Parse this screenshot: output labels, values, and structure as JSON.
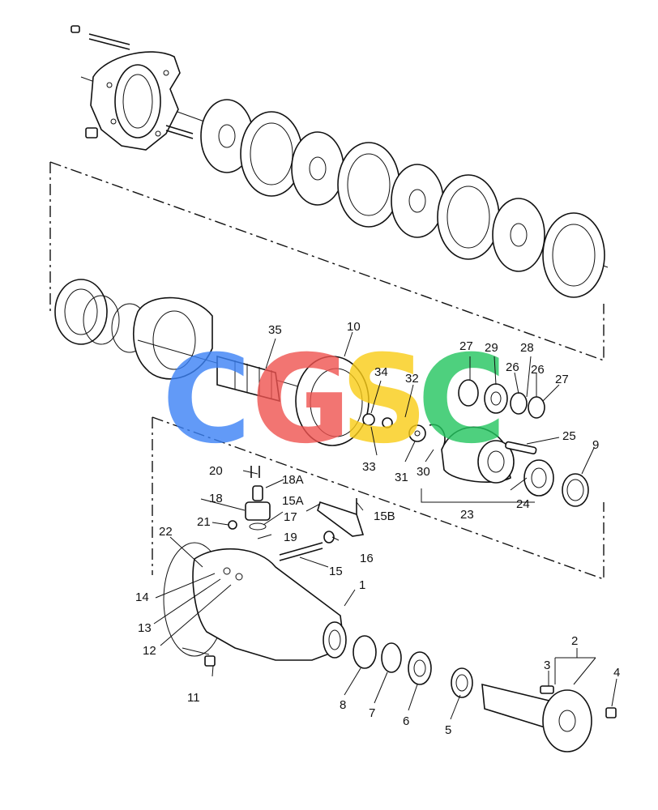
{
  "watermark": {
    "letters": [
      "C",
      "G",
      "S",
      "C"
    ],
    "colors": [
      "#3b82f6",
      "#ef5350",
      "#facc15",
      "#22c55e"
    ]
  },
  "callouts": [
    {
      "id": "c1",
      "text": "1"
    },
    {
      "id": "c2",
      "text": "2"
    },
    {
      "id": "c3",
      "text": "3"
    },
    {
      "id": "c4",
      "text": "4"
    },
    {
      "id": "c5",
      "text": "5"
    },
    {
      "id": "c6",
      "text": "6"
    },
    {
      "id": "c7",
      "text": "7"
    },
    {
      "id": "c8",
      "text": "8"
    },
    {
      "id": "c9",
      "text": "9"
    },
    {
      "id": "c10",
      "text": "10"
    },
    {
      "id": "c11",
      "text": "11"
    },
    {
      "id": "c12",
      "text": "12"
    },
    {
      "id": "c13",
      "text": "13"
    },
    {
      "id": "c14",
      "text": "14"
    },
    {
      "id": "c15",
      "text": "15"
    },
    {
      "id": "c15A",
      "text": "15A"
    },
    {
      "id": "c15B",
      "text": "15B"
    },
    {
      "id": "c16",
      "text": "16"
    },
    {
      "id": "c17",
      "text": "17"
    },
    {
      "id": "c18",
      "text": "18"
    },
    {
      "id": "c18A",
      "text": "18A"
    },
    {
      "id": "c19",
      "text": "19"
    },
    {
      "id": "c20",
      "text": "20"
    },
    {
      "id": "c21",
      "text": "21"
    },
    {
      "id": "c22",
      "text": "22"
    },
    {
      "id": "c23",
      "text": "23"
    },
    {
      "id": "c24",
      "text": "24"
    },
    {
      "id": "c25",
      "text": "25"
    },
    {
      "id": "c26a",
      "text": "26"
    },
    {
      "id": "c26b",
      "text": "26"
    },
    {
      "id": "c27a",
      "text": "27"
    },
    {
      "id": "c27b",
      "text": "27"
    },
    {
      "id": "c28",
      "text": "28"
    },
    {
      "id": "c29",
      "text": "29"
    },
    {
      "id": "c30",
      "text": "30"
    },
    {
      "id": "c31",
      "text": "31"
    },
    {
      "id": "c32",
      "text": "32"
    },
    {
      "id": "c33",
      "text": "33"
    },
    {
      "id": "c34",
      "text": "34"
    },
    {
      "id": "c35",
      "text": "35"
    }
  ]
}
